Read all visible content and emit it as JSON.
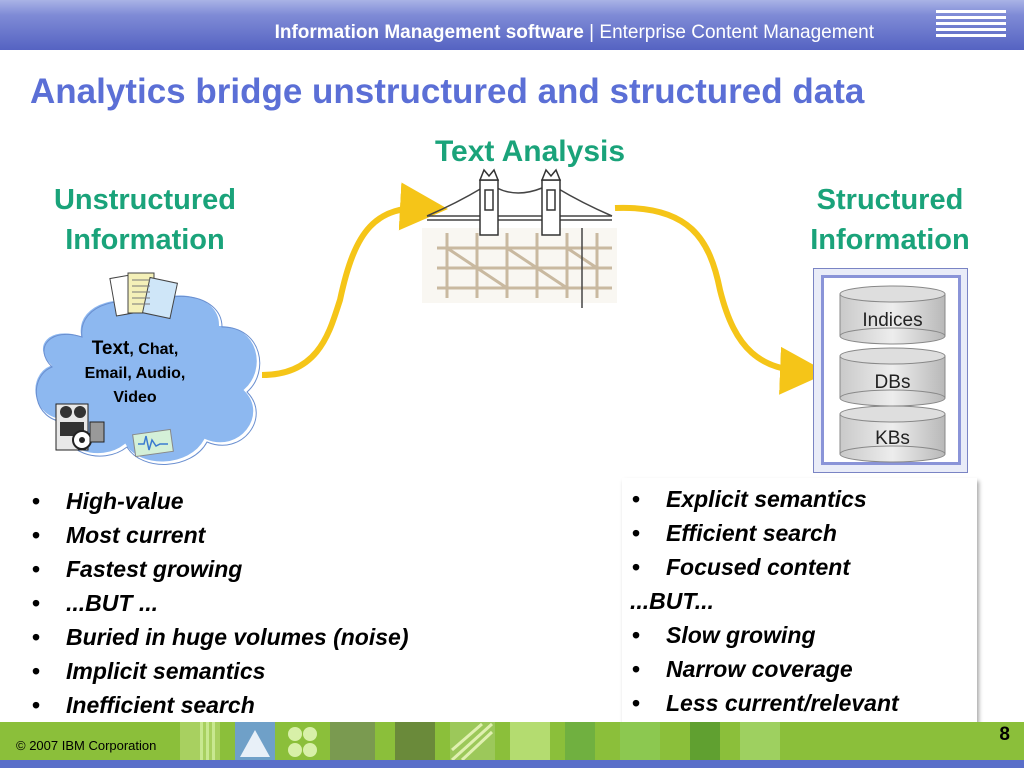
{
  "header": {
    "bold": "Information Management software",
    "separator": " | ",
    "rest": "Enterprise Content Management",
    "logo": "IBM"
  },
  "title": "Analytics bridge unstructured and structured data",
  "labels": {
    "text_analysis": "Text Analysis",
    "unstructured_line1": "Unstructured",
    "unstructured_line2": "Information",
    "structured_line1": "Structured",
    "structured_line2": "Information"
  },
  "cloud": {
    "first": "Text",
    "line1_rest": ", Chat,",
    "line2": "Email, Audio,",
    "line3": "Video"
  },
  "databases": [
    "Indices",
    "DBs",
    "KBs"
  ],
  "left_bullets": [
    "High-value",
    "Most current",
    "Fastest growing",
    "...BUT ...",
    "Buried in huge volumes  (noise)",
    "Implicit semantics",
    "Inefficient search"
  ],
  "right_bullets": [
    "Explicit semantics",
    "Efficient search",
    "Focused content",
    "...BUT...",
    "Slow growing",
    "Narrow coverage",
    "Less current/relevant"
  ],
  "footer": {
    "copyright": "© 2007 IBM Corporation",
    "page": "8"
  },
  "colors": {
    "header": "#5563c2",
    "title": "#5b6fd6",
    "green_label": "#1aa37a",
    "arrow": "#f5c518",
    "cloud": "#8db8f0",
    "footer": "#8bbf3a"
  }
}
